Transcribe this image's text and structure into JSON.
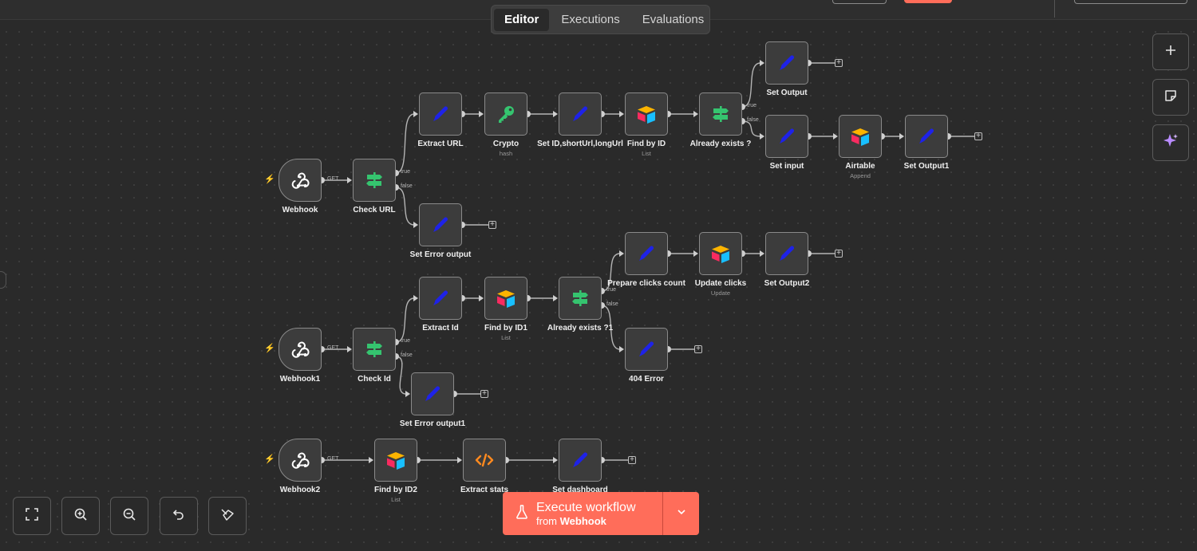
{
  "tabs": [
    {
      "label": "Editor",
      "active": true
    },
    {
      "label": "Executions",
      "active": false
    },
    {
      "label": "Evaluations",
      "active": false
    }
  ],
  "colors": {
    "accent": "#ff6d5a",
    "canvas_bg": "#2a2a2a",
    "node_bg": "#3c3c3c",
    "node_border": "#8a8a8a",
    "set_icon": "#1e22e8",
    "if_icon": "#35c46f",
    "crypto_icon": "#35c46f",
    "code_icon": "#ff8a1f"
  },
  "nodes": {
    "webhook": {
      "label": "Webhook",
      "icon": "webhook-icon"
    },
    "check_url": {
      "label": "Check URL",
      "icon": "if-icon"
    },
    "extract_url": {
      "label": "Extract URL",
      "icon": "pencil-icon"
    },
    "crypto": {
      "label": "Crypto",
      "sub": "hash",
      "icon": "key-icon"
    },
    "set_id": {
      "label": "Set ID,shortUrl,longUrl",
      "icon": "pencil-icon"
    },
    "find_by_id": {
      "label": "Find by ID",
      "sub": "List",
      "icon": "airtable-icon"
    },
    "already_exists": {
      "label": "Already exists ?",
      "icon": "if-icon"
    },
    "set_output": {
      "label": "Set Output",
      "icon": "pencil-icon"
    },
    "set_input": {
      "label": "Set input",
      "icon": "pencil-icon"
    },
    "airtable": {
      "label": "Airtable",
      "sub": "Append",
      "icon": "airtable-icon"
    },
    "set_output1": {
      "label": "Set Output1",
      "icon": "pencil-icon"
    },
    "set_error_output": {
      "label": "Set Error output",
      "icon": "pencil-icon"
    },
    "webhook1": {
      "label": "Webhook1",
      "icon": "webhook-icon"
    },
    "check_id": {
      "label": "Check Id",
      "icon": "if-icon"
    },
    "extract_id": {
      "label": "Extract Id",
      "icon": "pencil-icon"
    },
    "find_by_id1": {
      "label": "Find by ID1",
      "sub": "List",
      "icon": "airtable-icon"
    },
    "already_exists1": {
      "label": "Already exists ?1",
      "icon": "if-icon"
    },
    "prepare_clicks": {
      "label": "Prepare clicks count",
      "icon": "pencil-icon"
    },
    "update_clicks": {
      "label": "Update clicks",
      "sub": "Update",
      "icon": "airtable-icon"
    },
    "set_output2": {
      "label": "Set Output2",
      "icon": "pencil-icon"
    },
    "error_404": {
      "label": "404 Error",
      "icon": "pencil-icon"
    },
    "set_error_output1": {
      "label": "Set Error output1",
      "icon": "pencil-icon"
    },
    "webhook2": {
      "label": "Webhook2",
      "icon": "webhook-icon"
    },
    "find_by_id2": {
      "label": "Find by ID2",
      "sub": "List",
      "icon": "airtable-icon"
    },
    "extract_stats": {
      "label": "Extract stats",
      "icon": "code-icon"
    },
    "set_dashboard": {
      "label": "Set dashboard",
      "icon": "pencil-icon"
    }
  },
  "edge_labels": {
    "get": "GET",
    "true": "true",
    "false": "false"
  },
  "side_actions": [
    "add-node-icon",
    "sticky-note-icon",
    "ai-sparkle-icon"
  ],
  "controls": [
    "fit-view-icon",
    "zoom-in-icon",
    "zoom-out-icon",
    "undo-icon",
    "tidy-up-icon"
  ],
  "execute": {
    "title": "Execute workflow",
    "from_prefix": "from",
    "from_node": "Webhook"
  }
}
